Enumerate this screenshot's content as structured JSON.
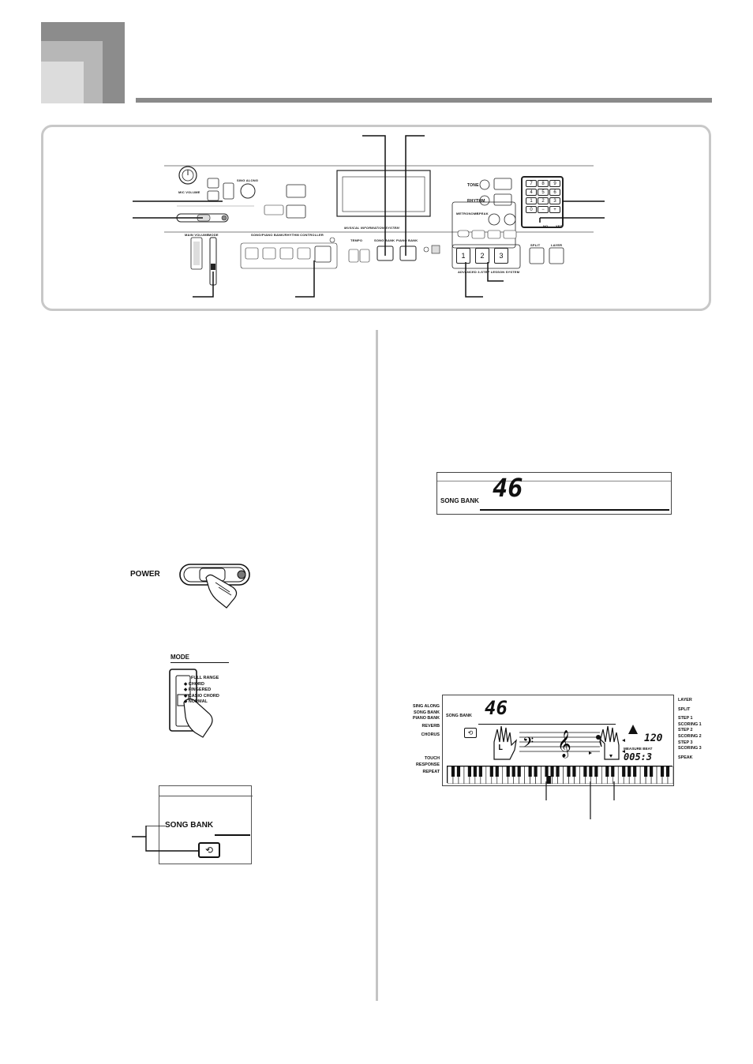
{
  "panel": {
    "mic_volume": "MIC VOLUME",
    "sing_along": "SING ALONG",
    "main_volume": "MAIN VOLUME",
    "mode": "MODE",
    "controller": "SONG/PIANO BANK/RHYTHM CONTROLLER",
    "tempo": "TEMPO",
    "song_bank": "SONG BANK",
    "piano_bank": "PIANO BANK",
    "tone": "TONE",
    "rhythm": "RHYTHM",
    "metronome": "METRONOME",
    "speak": "SPEAK",
    "split": "SPLIT",
    "layer": "LAYER",
    "system_name": "MUSICAL INFORMATION SYSTEM",
    "lesson_label": "ADVANCED 3-STEP LESSON SYSTEM",
    "numpad_keys": [
      "7",
      "8",
      "9",
      "4",
      "5",
      "6",
      "1",
      "2",
      "3",
      "0",
      "−",
      "+"
    ],
    "step_keys": [
      "1",
      "2",
      "3"
    ],
    "no_label": "NO",
    "yes_label": "YES"
  },
  "power_illustration": {
    "label": "POWER"
  },
  "mode_illustration": {
    "label": "MODE",
    "options": [
      "FULL RANGE",
      "CHORD",
      "FINGERED",
      "CASIO CHORD",
      "NORMAL"
    ]
  },
  "display_song_bank": {
    "label": "SONG BANK"
  },
  "display_number": {
    "label": "SONG BANK",
    "value": "46"
  },
  "full_display": {
    "number": "46",
    "song_bank_label": "SONG BANK",
    "left_indicators": [
      "SING ALONG",
      "SONG BANK",
      "PIANO BANK",
      "REVERB",
      "CHORUS",
      "TOUCH",
      "RESPONSE",
      "REPEAT"
    ],
    "right_indicators": [
      "LAYER",
      "SPLIT",
      "STEP 1",
      "SCORING 1",
      "STEP 2",
      "SCORING 2",
      "STEP 3",
      "SCORING 3",
      "SPEAK"
    ],
    "tempo": "120",
    "measure_beat_label": "MEASURE BEAT",
    "measure_beat": "005:3",
    "left_hand": "L"
  }
}
